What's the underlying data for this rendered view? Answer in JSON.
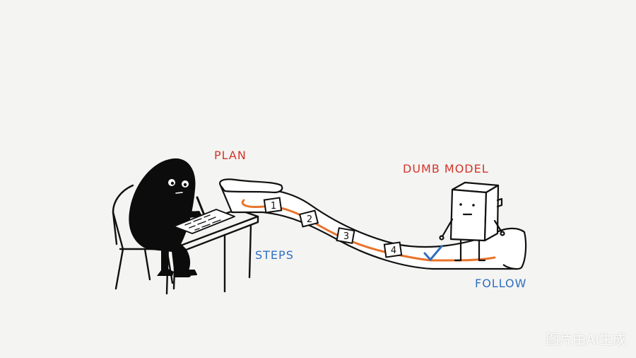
{
  "labels": {
    "plan": "PLAN",
    "dumb_model": "DUMB MODEL",
    "steps": "STEPS",
    "follow": "FOLLOW"
  },
  "steps": [
    "1",
    "2",
    "3",
    "4"
  ],
  "watermark": "图片由AI生成",
  "colors": {
    "background": "#f4f4f2",
    "ink": "#111111",
    "red_label": "#d2352b",
    "blue_label": "#2f6fc0",
    "route_orange": "#e8732a",
    "check_blue": "#2f6fc0"
  }
}
